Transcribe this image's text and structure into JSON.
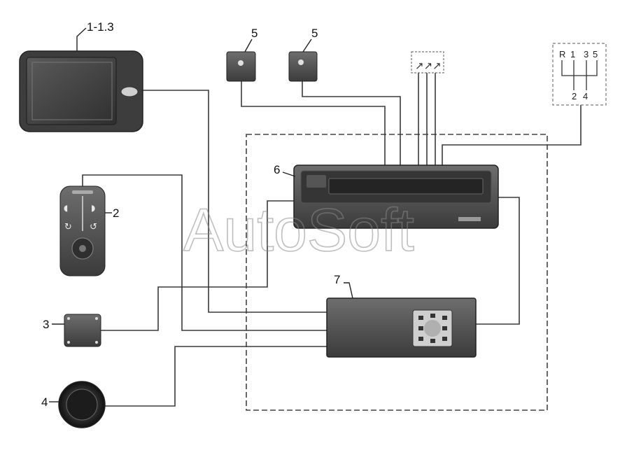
{
  "labels": {
    "display": "1-1.3",
    "remote": "2",
    "switch": "3",
    "speaker": "4",
    "sensor_left": "5",
    "sensor_right": "5",
    "control_unit": "6",
    "junction_box": "7"
  },
  "gear_pattern": {
    "top": [
      "R",
      "1",
      "3",
      "5"
    ],
    "bottom": [
      "2",
      "4"
    ]
  },
  "watermark": "AutoSoft"
}
